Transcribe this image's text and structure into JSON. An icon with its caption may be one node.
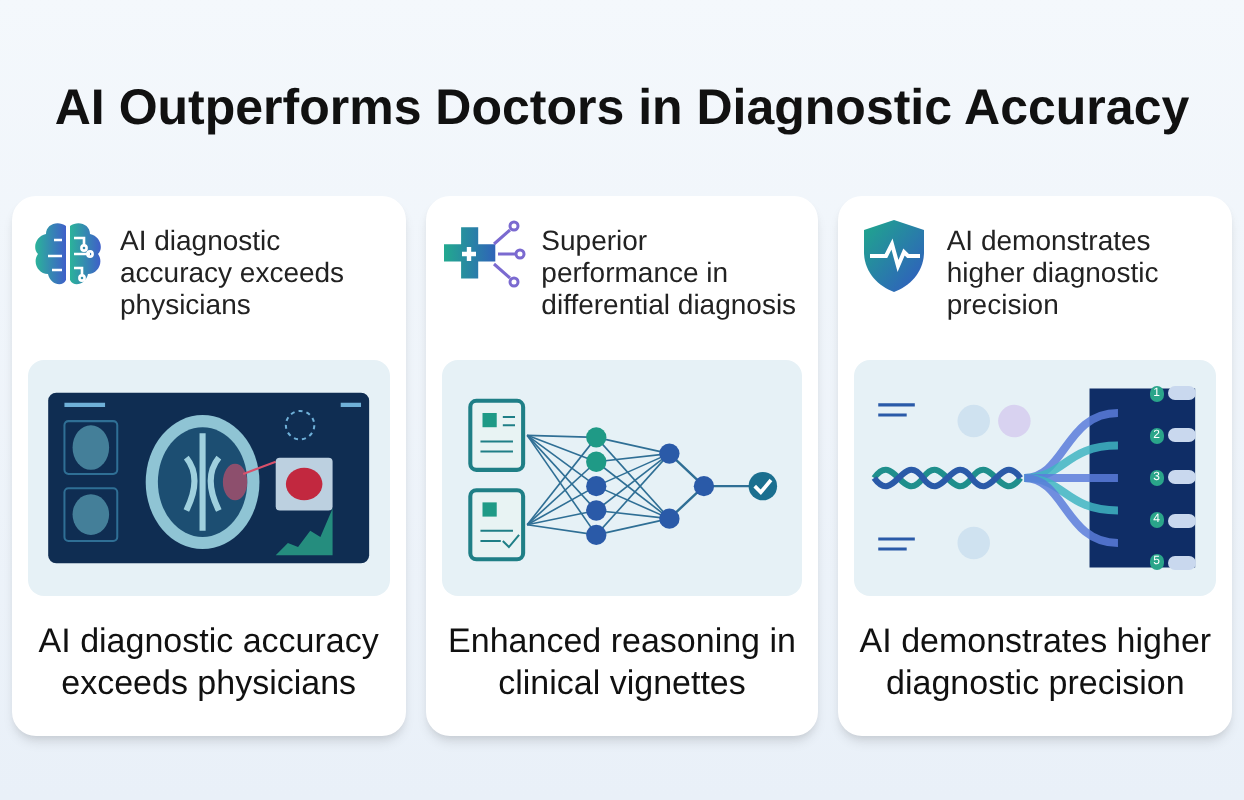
{
  "diagram": {
    "title": "AI Outperforms Doctors in Diagnostic Accuracy",
    "nodes": [
      {
        "text": [
          "AI diagnostic accuracy exceeds physicians",
          "AI diagnostic accuracy exceeds physicians"
        ]
      },
      {
        "text": [
          "Superior performance in differential diagnosis",
          "Enhanced reasoning in clinical vignettes"
        ]
      },
      {
        "text": [
          "AI demonstrates higher diagnostic precision",
          "AI demonstrates higher diagnostic precision"
        ]
      }
    ],
    "edges": [],
    "labels": [
      "1",
      "2",
      "3",
      "4",
      "5"
    ]
  }
}
